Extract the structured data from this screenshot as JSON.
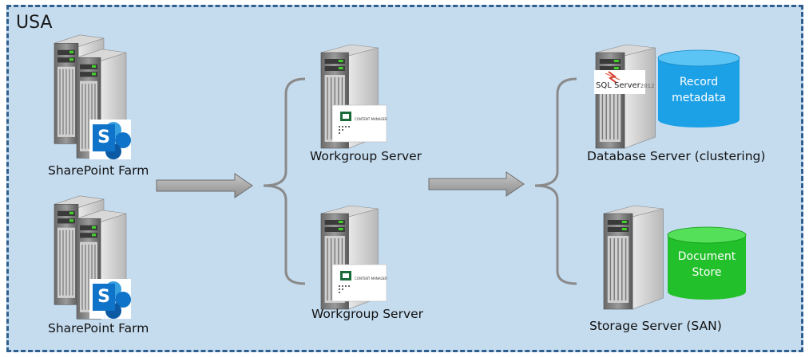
{
  "region": {
    "label": "USA"
  },
  "nodes": {
    "sharepoint_farm_1": {
      "label": "SharePoint Farm",
      "badge": "S"
    },
    "sharepoint_farm_2": {
      "label": "SharePoint Farm",
      "badge": "S"
    },
    "workgroup_server_1": {
      "label": "Workgroup Server",
      "card_text": "CONTENT MANAGER"
    },
    "workgroup_server_2": {
      "label": "Workgroup Server",
      "card_text": "CONTENT MANAGER"
    },
    "database_server": {
      "label": "Database Server (clustering)",
      "logo_text": "SQL Server",
      "logo_version": "2012"
    },
    "storage_server": {
      "label": "Storage Server (SAN)"
    }
  },
  "stores": {
    "record_metadata": {
      "line1": "Record",
      "line2": "metadata",
      "color": "#1da1e6"
    },
    "document_store": {
      "line1": "Document",
      "line2": "Store",
      "color": "#22c02a"
    }
  },
  "colors": {
    "region_fill": "#c5dcef",
    "region_border": "#2f5f8f",
    "arrow_fill": "#a6a6a6",
    "sharepoint_blue": "#0f73c9"
  },
  "icons": [
    "server-tower-icon",
    "sharepoint-logo-icon",
    "content-manager-icon",
    "sql-server-logo-icon",
    "cylinder-icon"
  ]
}
